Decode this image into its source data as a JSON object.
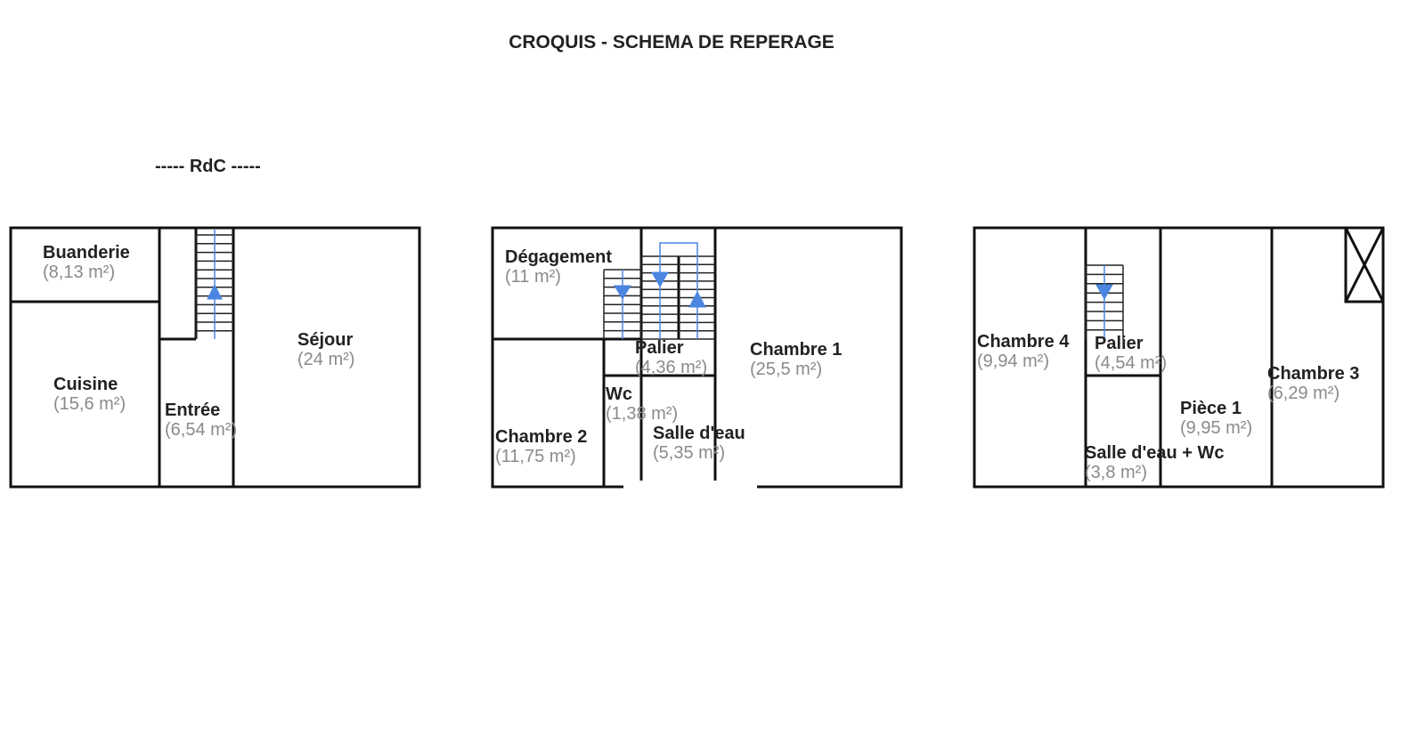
{
  "title": "CROQUIS - SCHEMA DE REPERAGE",
  "level_label": "-----  RdC  -----",
  "colors": {
    "wall": "#111111",
    "stair_arrow": "#4a86e0",
    "area_text": "#8a8a8a"
  },
  "plans": [
    {
      "rooms": [
        {
          "name": "Buanderie",
          "area": "(8,13 m²)"
        },
        {
          "name": "Cuisine",
          "area": "(15,6 m²)"
        },
        {
          "name": "Entrée",
          "area": "(6,54 m²)"
        },
        {
          "name": "Séjour",
          "area": "(24 m²)"
        }
      ]
    },
    {
      "rooms": [
        {
          "name": "Dégagement",
          "area": "(11 m²)"
        },
        {
          "name": "Palier",
          "area": "(4,36 m²)"
        },
        {
          "name": "Chambre 1",
          "area": "(25,5 m²)"
        },
        {
          "name": "Wc",
          "area": "(1,38 m²)"
        },
        {
          "name": "Chambre 2",
          "area": "(11,75 m²)"
        },
        {
          "name": "Salle d'eau",
          "area": "(5,35 m²)"
        }
      ]
    },
    {
      "rooms": [
        {
          "name": "Chambre 4",
          "area": "(9,94 m²)"
        },
        {
          "name": "Palier",
          "area": "(4,54 m²)"
        },
        {
          "name": "Chambre 3",
          "area": "(6,29 m²)"
        },
        {
          "name": "Pièce 1",
          "area": "(9,95 m²)"
        },
        {
          "name": "Salle d'eau + Wc",
          "area": "(3,8 m²)"
        }
      ]
    }
  ]
}
